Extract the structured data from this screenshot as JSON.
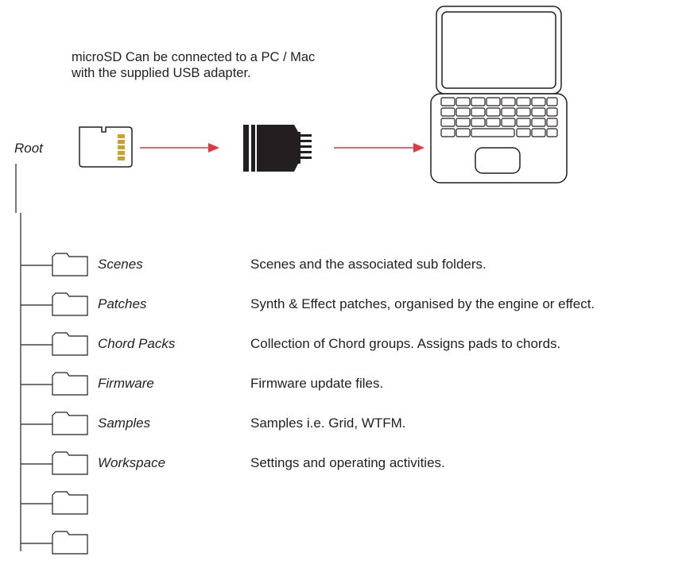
{
  "intro": {
    "line1": "microSD Can be connected to a PC / Mac",
    "line2": "with the supplied USB adapter."
  },
  "root_label": "Root",
  "folders": [
    {
      "name": "Scenes",
      "description": "Scenes and the associated sub folders."
    },
    {
      "name": "Patches",
      "description": "Synth & Effect patches, organised by the engine or effect."
    },
    {
      "name": "Chord Packs",
      "description": "Collection of Chord groups. Assigns pads to chords."
    },
    {
      "name": "Firmware",
      "description": "Firmware update files."
    },
    {
      "name": "Samples",
      "description": "Samples i.e. Grid, WTFM."
    },
    {
      "name": "Workspace",
      "description": "Settings and operating activities."
    }
  ],
  "icons": {
    "sd_card": "microsd-card-icon",
    "adapter": "usb-adapter-icon",
    "computer": "laptop-icon",
    "folder": "folder-icon"
  },
  "colors": {
    "arrow": "#e03a3e",
    "line": "#231f20",
    "sd_contacts": "#c9a227"
  }
}
